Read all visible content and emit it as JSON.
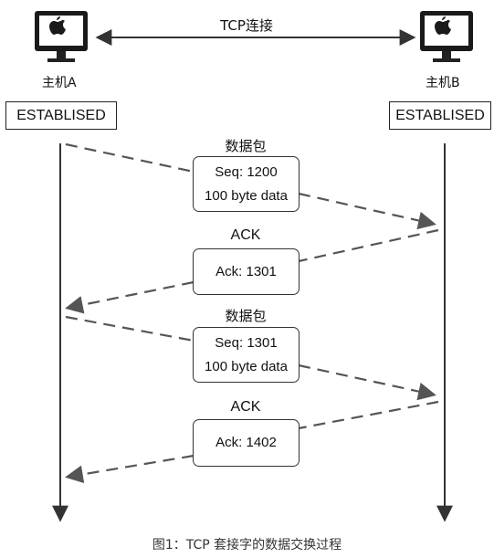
{
  "connection_label": "TCP连接",
  "host_a": {
    "name": "主机A",
    "state": "ESTABLISED"
  },
  "host_b": {
    "name": "主机B",
    "state": "ESTABLISED"
  },
  "icons": {
    "host": "imac-computer-icon"
  },
  "messages": [
    {
      "label": "数据包",
      "lines": [
        "Seq: 1200",
        "100 byte data"
      ],
      "direction": "a-to-b"
    },
    {
      "label": "ACK",
      "lines": [
        "Ack: 1301"
      ],
      "direction": "b-to-a"
    },
    {
      "label": "数据包",
      "lines": [
        "Seq: 1301",
        "100 byte data"
      ],
      "direction": "a-to-b"
    },
    {
      "label": "ACK",
      "lines": [
        "Ack: 1402"
      ],
      "direction": "b-to-a"
    }
  ],
  "caption": "图1：TCP 套接字的数据交换过程",
  "colors": {
    "line": "#333333",
    "dash": "#555555",
    "screen": "#1a1a1a",
    "stand": "#222222"
  }
}
